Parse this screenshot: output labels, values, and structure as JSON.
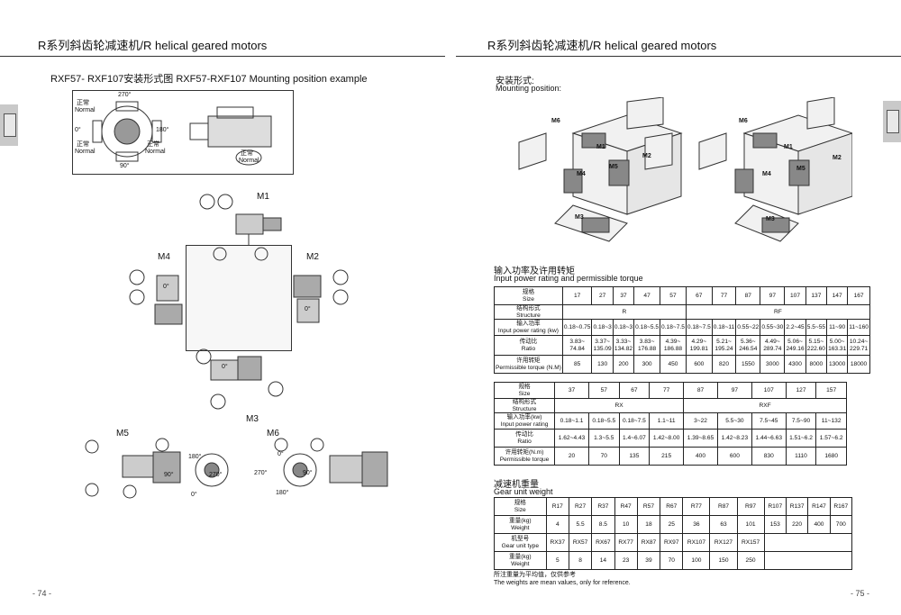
{
  "left": {
    "header": "R系列斜齿轮减速机/R helical geared motors",
    "section_title": "RXF57- RXF107安装形式图 RXF57-RXF107 Mounting position example",
    "terminal_labels": {
      "deg270": "270°",
      "deg0": "0°",
      "deg180": "180°",
      "deg90": "90°",
      "normal_cn": "正常",
      "normal_en": "Normal"
    },
    "positions": {
      "m1": "M1",
      "m2": "M2",
      "m3": "M3",
      "m4": "M4",
      "m5": "M5",
      "m6": "M6",
      "zero": "0°"
    },
    "m5_angles": {
      "top": "180°",
      "left": "90°",
      "right": "270°",
      "bottom": "0°"
    },
    "m6_angles": {
      "top": "0°",
      "left": "270°",
      "right": "90°",
      "bottom": "180°"
    },
    "page_number": "- 74 -"
  },
  "right": {
    "header": "R系列斜齿轮减速机/R helical geared motors",
    "mount_title_cn": "安装形式:",
    "mount_title_en": "Mounting position:",
    "cube_labels": [
      "M1",
      "M2",
      "M3",
      "M4",
      "M5",
      "M6"
    ],
    "power_title_cn": "输入功率及许用转矩",
    "power_title_en": "Input power rating and permissible torque",
    "table_r": {
      "rows": [
        {
          "cn": "规格",
          "en": "Size",
          "cells": [
            "17",
            "27",
            "37",
            "47",
            "57",
            "67",
            "77",
            "87",
            "97",
            "107",
            "137",
            "147",
            "167"
          ]
        },
        {
          "cn": "结构形式",
          "en": "Structure",
          "cells": [
            "R",
            "RF"
          ]
        },
        {
          "cn": "输入功率",
          "en": "Input power rating (kw)",
          "cells": [
            "0.18~0.75",
            "0.18~3",
            "0.18~3",
            "0.18~5.5",
            "0.18~7.5",
            "0.18~7.5",
            "0.18~11",
            "0.55~22",
            "0.55~30",
            "2.2~45",
            "5.5~55",
            "11~90",
            "11~160"
          ]
        },
        {
          "cn": "传动比",
          "en": "Ratio",
          "cells": [
            "3.83~ 74.84",
            "3.37~ 135.09",
            "3.33~ 134.82",
            "3.83~ 176.88",
            "4.39~ 186.88",
            "4.29~ 199.81",
            "5.21~ 195.24",
            "5.36~ 246.54",
            "4.49~ 289.74",
            "5.06~ 249.16",
            "5.15~ 222.60",
            "5.00~ 163.31",
            "10.24~ 229.71"
          ]
        },
        {
          "cn": "许用转矩",
          "en": "Permissible torque (N.M)",
          "cells": [
            "85",
            "130",
            "200",
            "300",
            "450",
            "600",
            "820",
            "1550",
            "3000",
            "4300",
            "8000",
            "13000",
            "18000"
          ]
        }
      ]
    },
    "table_rx": {
      "rows": [
        {
          "cn": "规格",
          "en": "Size",
          "cells": [
            "37",
            "57",
            "67",
            "77",
            "87",
            "97",
            "107",
            "127",
            "157"
          ]
        },
        {
          "cn": "结构形式",
          "en": "Structure",
          "cells": [
            "RX",
            "RXF"
          ]
        },
        {
          "cn": "输入功率(kw)",
          "en": "Input power rating",
          "cells": [
            "0.18~1.1",
            "0.18~5.5",
            "0.18~7.5",
            "1.1~11",
            "3~22",
            "5.5~30",
            "7.5~45",
            "7.5~90",
            "11~132"
          ]
        },
        {
          "cn": "传动比",
          "en": "Ratio",
          "cells": [
            "1.62~4.43",
            "1.3~5.5",
            "1.4~6.07",
            "1.42~8.00",
            "1.39~8.65",
            "1.42~8.23",
            "1.44~6.63",
            "1.51~6.2",
            "1.57~6.2"
          ]
        },
        {
          "cn": "许用转矩(N.m)",
          "en": "Permissible torque",
          "cells": [
            "20",
            "70",
            "135",
            "215",
            "400",
            "600",
            "830",
            "1110",
            "1680"
          ]
        }
      ]
    },
    "weight_title_cn": "减速机重量",
    "weight_title_en": "Gear unit weight",
    "table_w": {
      "rows": [
        {
          "cn": "规格",
          "en": "Size",
          "cells": [
            "R17",
            "R27",
            "R37",
            "R47",
            "R57",
            "R67",
            "R77",
            "R87",
            "R97",
            "R107",
            "R137",
            "R147",
            "R167"
          ]
        },
        {
          "cn": "重量(kg)",
          "en": "Weight",
          "cells": [
            "4",
            "5.5",
            "8.5",
            "10",
            "18",
            "25",
            "36",
            "63",
            "101",
            "153",
            "220",
            "400",
            "700"
          ]
        },
        {
          "cn": "机型号",
          "en": "Gear unit type",
          "cells": [
            "RX37",
            "RX57",
            "RX67",
            "RX77",
            "RX87",
            "RX97",
            "RX107",
            "RX127",
            "RX157"
          ]
        },
        {
          "cn": "重量(kg)",
          "en": "Weight",
          "cells": [
            "5",
            "8",
            "14",
            "23",
            "39",
            "70",
            "100",
            "150",
            "250"
          ]
        }
      ]
    },
    "note_cn": "所注重量为平均值，仅供参考",
    "note_en": "The weights are mean values, only for reference.",
    "page_number": "- 75 -"
  }
}
